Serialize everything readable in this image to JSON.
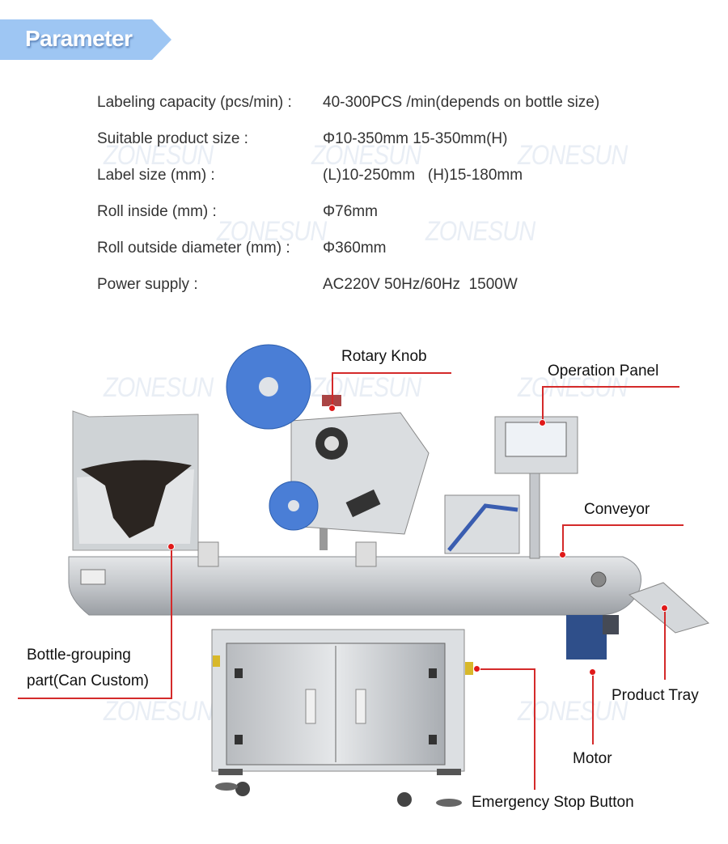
{
  "header": {
    "title": "Parameter",
    "banner_color": "#9ec6f3"
  },
  "specs": [
    {
      "label": "Labeling capacity (pcs/min) :",
      "value": "40-300PCS /min(depends on bottle size)"
    },
    {
      "label": "Suitable product size :",
      "value": "Φ10-350mm 15-350mm(H)"
    },
    {
      "label": "Label size (mm) :",
      "value": "(L)10-250mm   (H)15-180mm"
    },
    {
      "label": "Roll inside (mm) :",
      "value": "Φ76mm"
    },
    {
      "label": "Roll outside diameter (mm) :",
      "value": "Φ360mm"
    },
    {
      "label": "Power supply :",
      "value": "AC220V 50Hz/60Hz  1500W"
    }
  ],
  "watermark": "ZONESUN",
  "callouts": {
    "rotary_knob": "Rotary Knob",
    "operation_panel": "Operation Panel",
    "conveyor": "Conveyor",
    "bottle_grouping_1": "Bottle-grouping",
    "bottle_grouping_2": "part(Can Custom)",
    "product_tray": "Product Tray",
    "motor": "Motor",
    "emergency_stop": "Emergency Stop Button"
  },
  "accent_color": "#d42a2a"
}
